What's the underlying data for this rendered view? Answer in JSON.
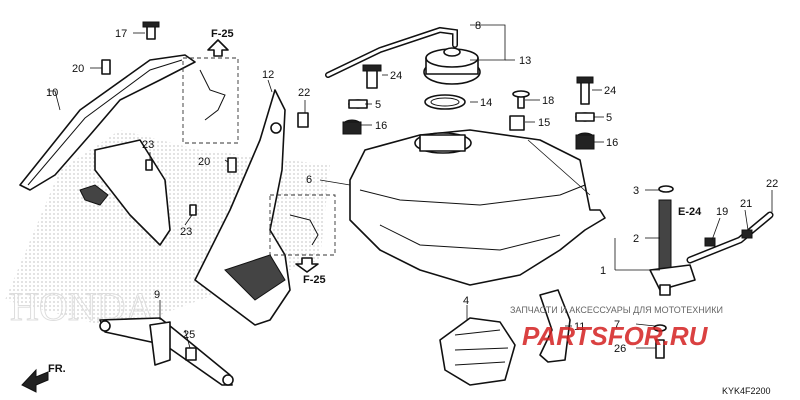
{
  "diagram": {
    "watermark_brand": "HONDA",
    "shop_caption": "ЗАПЧАСТИ И АКСЕССУАРЫ ДЛЯ МОТОТЕХНИКИ",
    "shop_logo": "PARTSFOR.RU",
    "diagram_code": "KYK4F2200",
    "front_marker": "FR.",
    "refs": [
      "F-25",
      "F-25",
      "E-24"
    ],
    "callouts": [
      "1",
      "2",
      "3",
      "4",
      "5",
      "5",
      "6",
      "7",
      "8",
      "9",
      "10",
      "11",
      "12",
      "13",
      "14",
      "15",
      "16",
      "16",
      "17",
      "18",
      "19",
      "20",
      "20",
      "21",
      "22",
      "22",
      "23",
      "23",
      "24",
      "24",
      "25",
      "26"
    ]
  }
}
